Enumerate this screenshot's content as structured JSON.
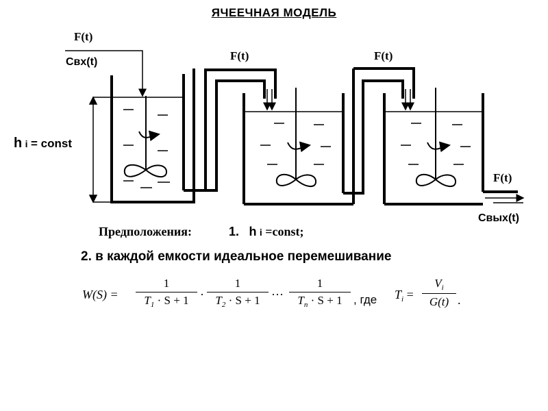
{
  "title": "ЯЧЕЕЧНАЯ  МОДЕЛЬ",
  "labels": {
    "f_in": "F(t)",
    "c_in": "Свх(t)",
    "f_2": "F(t)",
    "f_3": "F(t)",
    "f_out": "F(t)",
    "c_out": "Свых(t)",
    "h_main": "h",
    "h_sub": "i",
    "h_const": "= const"
  },
  "assumptions": {
    "heading": "Предположения:",
    "item1_num": "1.",
    "item1_h": "h",
    "item1_sub": "i",
    "item1_rest": "=const;",
    "item2": "2. в каждой емкости  идеальное перемешивание"
  },
  "formula": {
    "lhs": "W(S) =",
    "num": "1",
    "den1_T": "T",
    "den1_idx": "1",
    "den2_idx": "2",
    "den3_idx": "n",
    "den_tail": "· S + 1",
    "dot": "·",
    "dots": "···",
    "where": ", где",
    "Ti_T": "T",
    "Ti_i": "i",
    "eqsign": "=",
    "vi_V": "V",
    "vi_i": "i",
    "g": "G(t)",
    "end": "."
  }
}
